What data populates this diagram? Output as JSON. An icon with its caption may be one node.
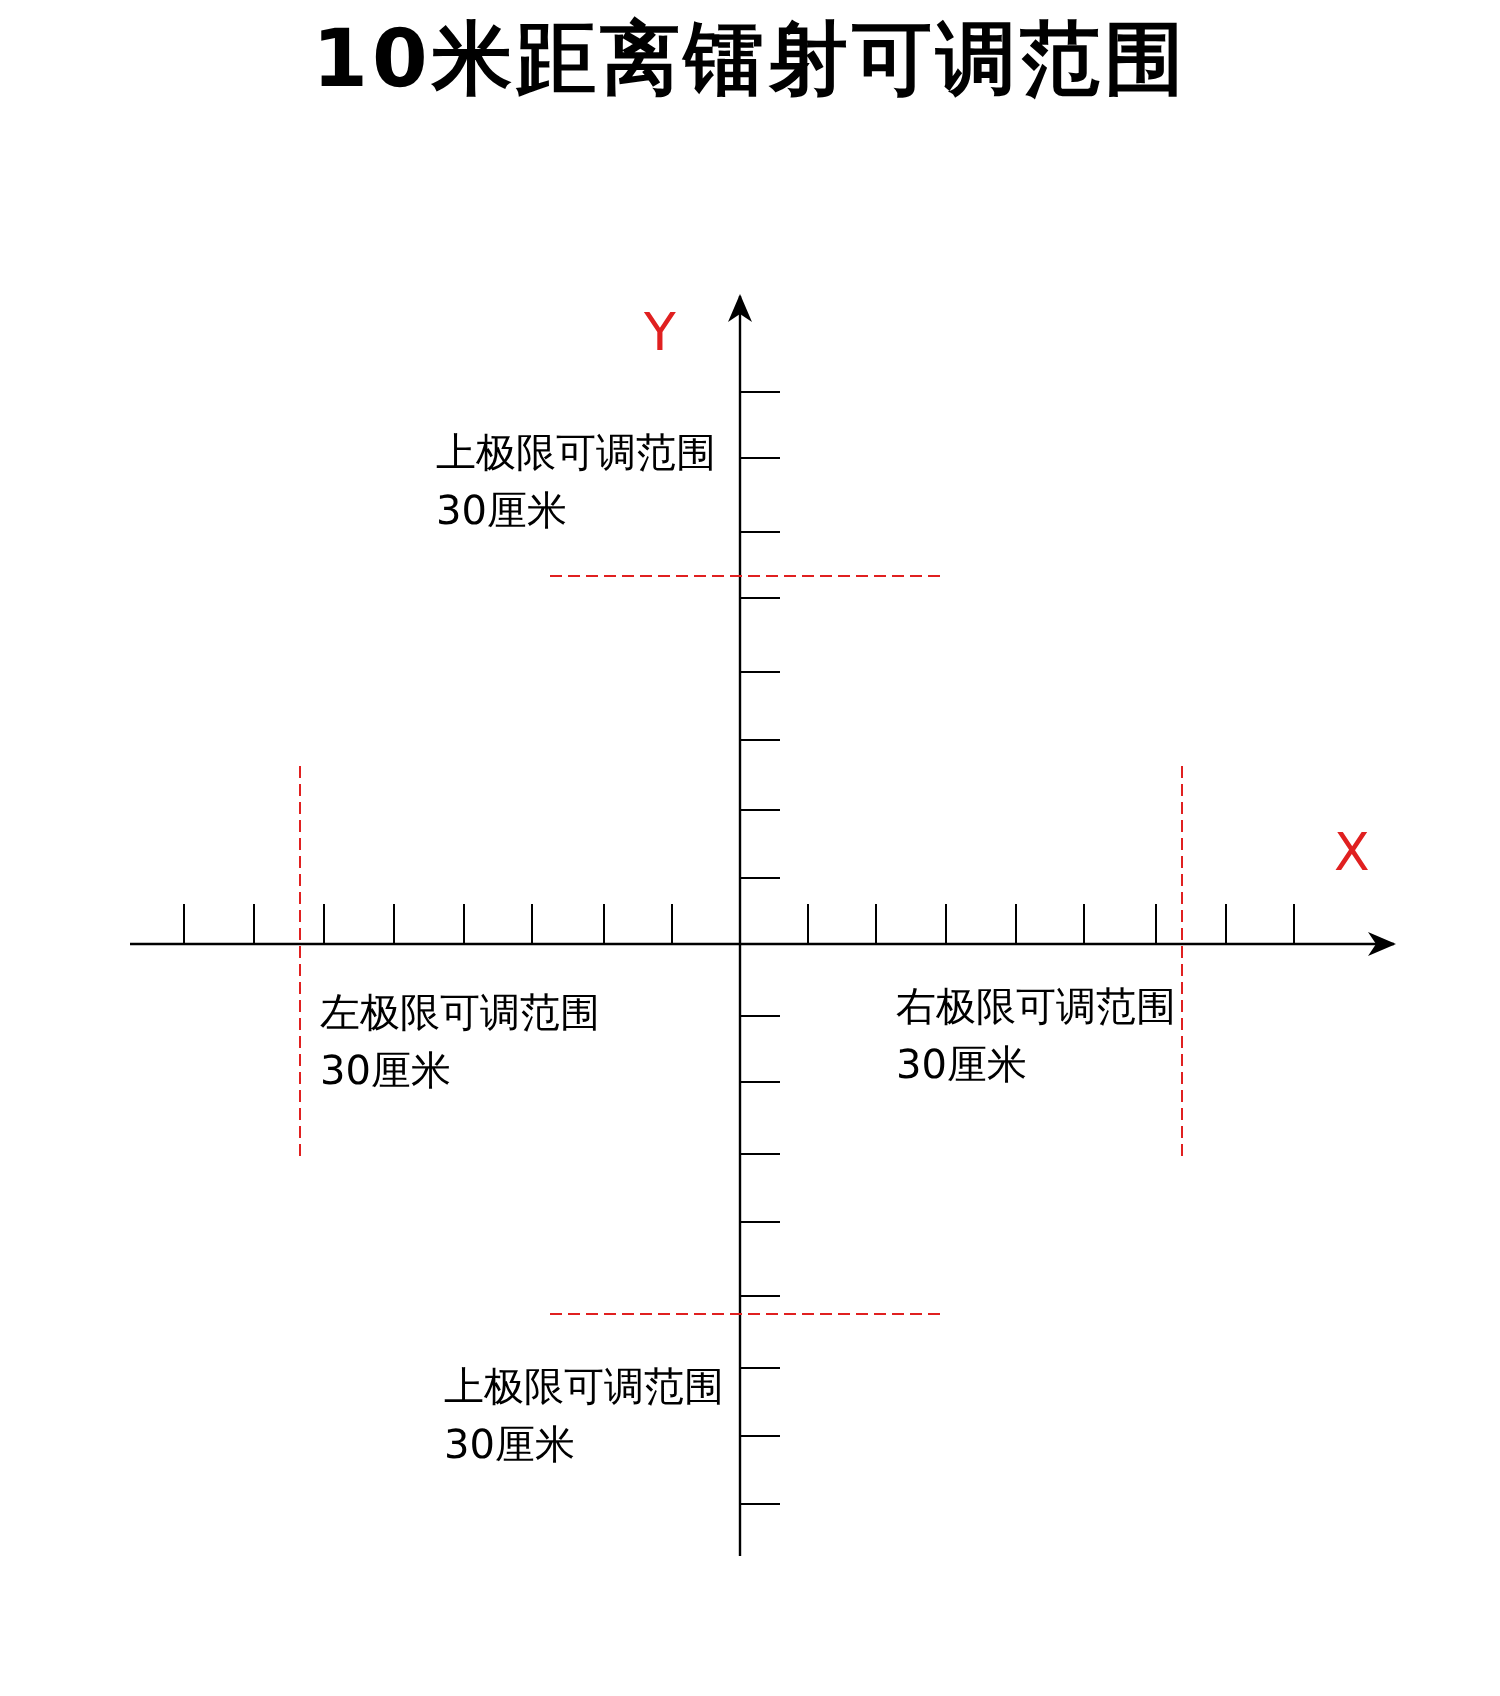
{
  "diagram": {
    "title": "10米距离镭射可调范围",
    "labels": [
      "Y",
      "上极限可调范围30厘米",
      "X",
      "左极限可调范围30厘米",
      "右极限可调范围30厘米",
      "上极限可调范围30厘米"
    ]
  }
}
